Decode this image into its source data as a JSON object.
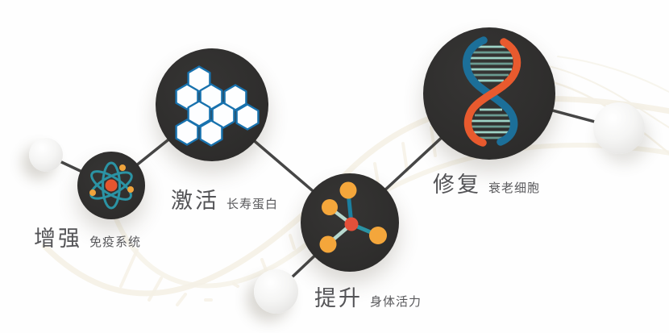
{
  "figure": {
    "type": "health-science-infographic",
    "background_color": "#fefefe",
    "nodes": [
      {
        "title": "增强",
        "subtitle": "免疫系统",
        "icon": "atom-icon"
      },
      {
        "title": "激活",
        "subtitle": "长寿蛋白",
        "icon": "hexagon-cluster-icon"
      },
      {
        "title": "提升",
        "subtitle": "身体活力",
        "icon": "molecule-icon"
      },
      {
        "title": "修复",
        "subtitle": "衰老细胞",
        "icon": "dna-helix-icon"
      }
    ],
    "colors": {
      "node_circle": "#2f2e2d",
      "connector_line": "#464646",
      "title_text": "#545457",
      "subtitle_text": "#58585b",
      "teal": "#2b93a4",
      "orange_dot": "#f0a33c",
      "red_orange": "#e4503a",
      "hexagon_blue": "#1872ae",
      "dna_blue": "#1c6f99",
      "dna_orange": "#e85a2e",
      "dna_rung_light": "#9ed3c6",
      "dna_rung_dark": "#6b9b91",
      "watermark_beige": "#ece4cf",
      "sphere_gray": "#e4e3e1"
    }
  }
}
